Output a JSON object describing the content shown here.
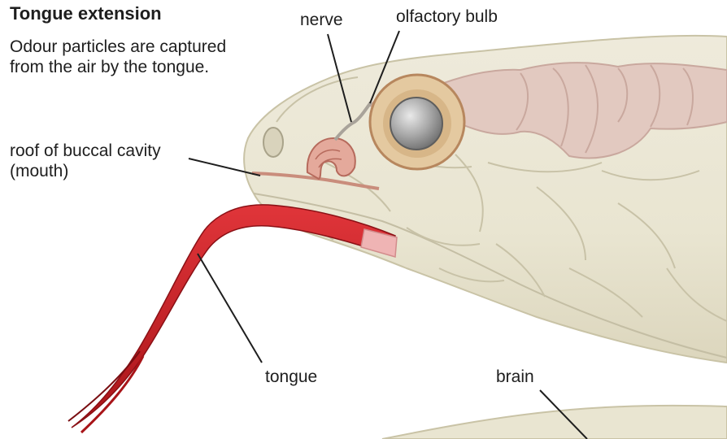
{
  "figure": {
    "title": "Tongue extension",
    "description_lines": [
      "Odour particles are captured",
      "from the air by the tongue."
    ]
  },
  "labels": {
    "nerve": "nerve",
    "olfactory_bulb": "olfactory bulb",
    "roof_of_buccal_cavity": [
      "roof of buccal cavity",
      "(mouth)"
    ],
    "tongue": "tongue",
    "brain": "brain"
  },
  "colors": {
    "label_text": "#1e1e1e",
    "leader_line": "#1e1e1e",
    "head_skin": "#e9e5d1",
    "scale_outline": "#c4bea4",
    "brain_pink": "#e2c9c0",
    "tongue_red": "#c51a1e",
    "tongue_tip_pink": "#efb4b4",
    "eye_ring": "#b7875e",
    "eye_pupil": "#9a9a9a",
    "olfactory_organ": "#d98777"
  }
}
